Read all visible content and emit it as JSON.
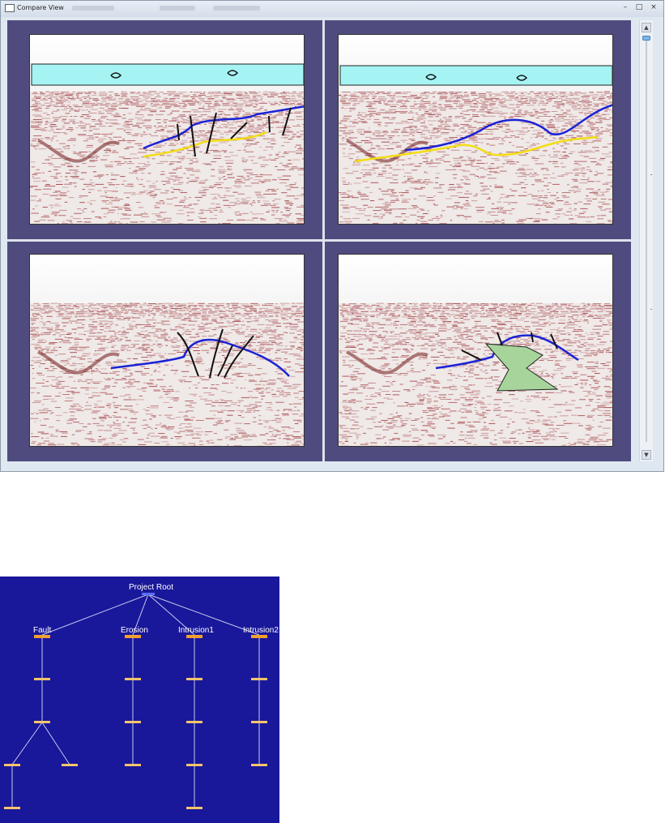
{
  "window": {
    "title": "Compare View",
    "controls": {
      "minimize": "–",
      "maximize": "□",
      "close": "×"
    }
  },
  "panels": [
    {
      "id": "top-left",
      "overlay": "water-layer",
      "horizons": [
        "blue",
        "yellow"
      ],
      "faults": 6
    },
    {
      "id": "top-right",
      "overlay": "water-layer",
      "horizons": [
        "blue",
        "yellow"
      ],
      "faults": 0
    },
    {
      "id": "bottom-left",
      "overlay": "none",
      "horizons": [
        "blue"
      ],
      "faults": 4
    },
    {
      "id": "bottom-right",
      "overlay": "none",
      "horizons": [
        "blue"
      ],
      "faults": 4,
      "intrusion": "green-polygon"
    }
  ],
  "colors": {
    "panel_background": "#4f4b7e",
    "water": "#a6f3f3",
    "horizon_blue": "#1b23d6",
    "horizon_yellow": "#f2dd14",
    "seismic": "#a5454a",
    "intrusion": "#a7d49b",
    "tree_background": "#19179a",
    "tree_node": "#f5c46c",
    "tree_node_selected": "#f0a030"
  },
  "scrollbar": {
    "up_icon": "triangle-up",
    "down_icon": "triangle-down"
  },
  "tree": {
    "root": "Project Root",
    "branches": [
      "Fault",
      "Erosion",
      "Intrusion1",
      "Intrusion2"
    ]
  }
}
